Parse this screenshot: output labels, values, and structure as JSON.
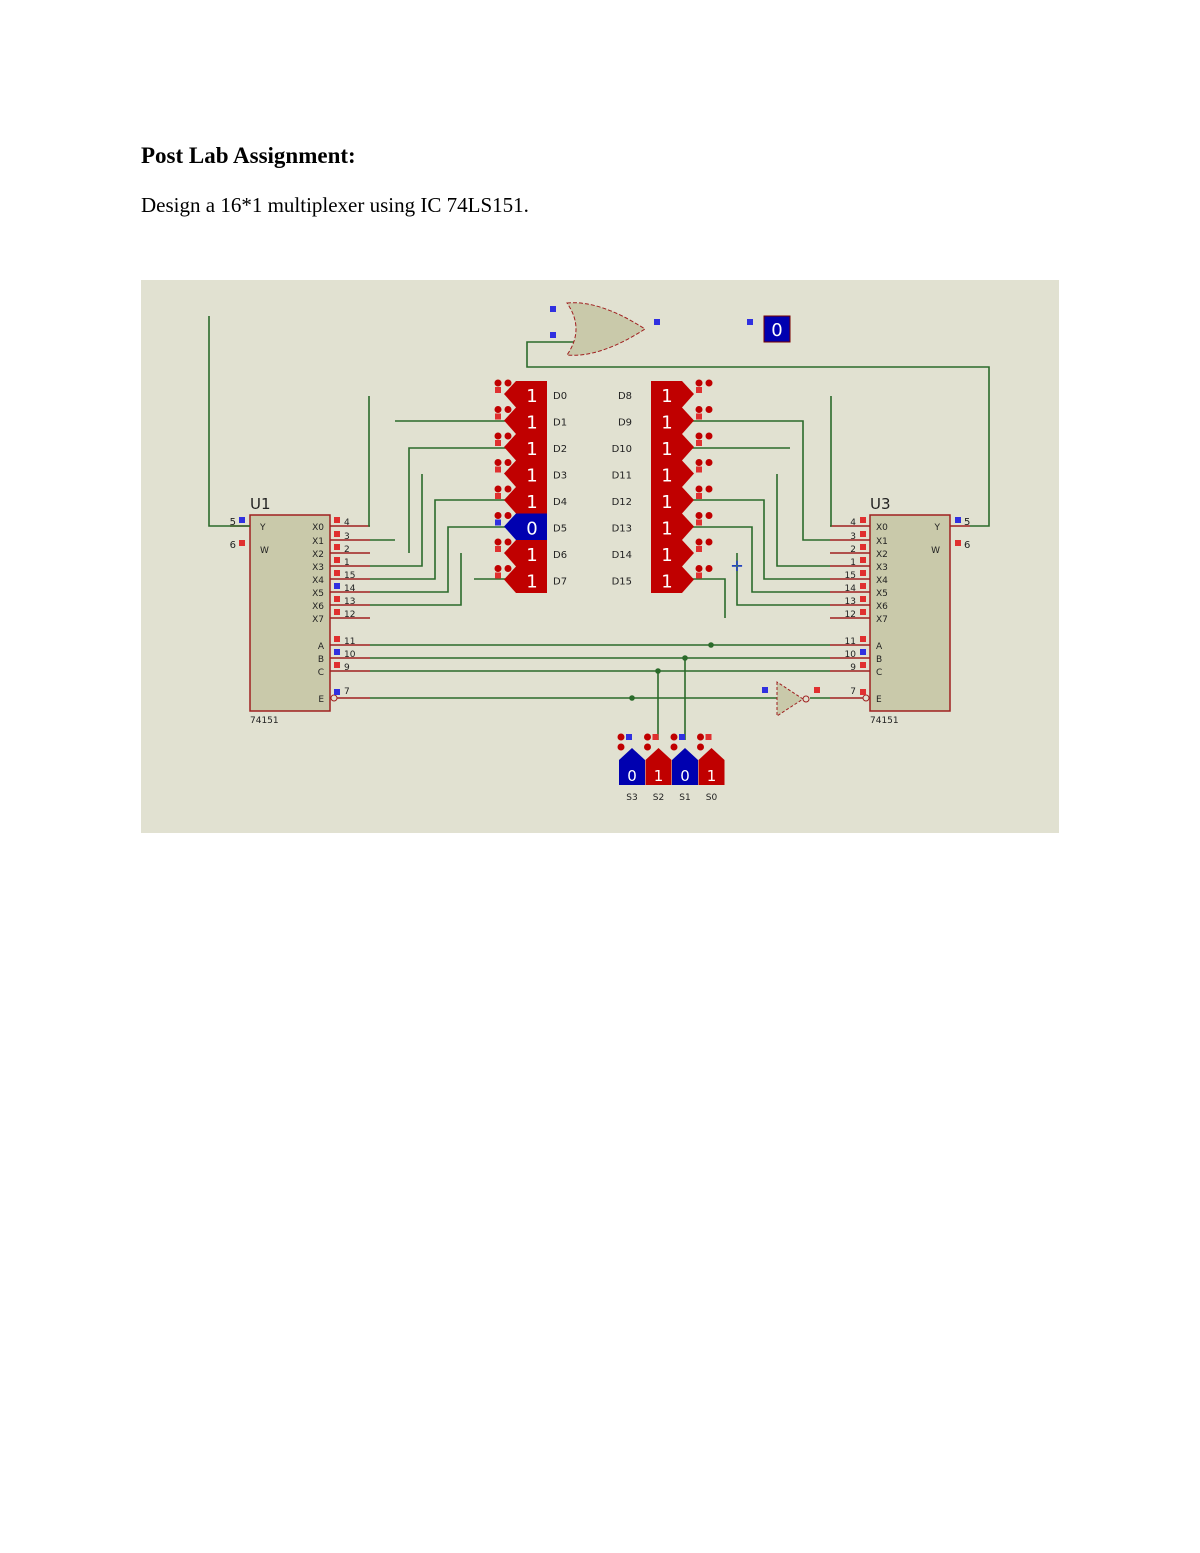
{
  "heading": "Post Lab Assignment:",
  "description": "Design a 16*1 multiplexer using IC 74LS151.",
  "schematic": {
    "colors": {
      "wire": "#2b6b2b",
      "pin": "#a02020",
      "chip": "#c9c9aa",
      "toggle_high": "#c00000",
      "toggle_low": "#0000b0",
      "background": "#e1e1d1"
    },
    "chips": [
      {
        "ref": "U1",
        "part": "74151",
        "out_pins": [
          {
            "num": "5",
            "name": "Y"
          },
          {
            "num": "6",
            "name": "W"
          }
        ]
      },
      {
        "ref": "U3",
        "part": "74151",
        "out_pins": [
          {
            "num": "5",
            "name": "Y"
          },
          {
            "num": "6",
            "name": "W"
          }
        ]
      }
    ],
    "data_pin_names": [
      "X0",
      "X1",
      "X2",
      "X3",
      "X4",
      "X5",
      "X6",
      "X7"
    ],
    "data_pin_nums": [
      "4",
      "3",
      "2",
      "1",
      "15",
      "14",
      "13",
      "12"
    ],
    "select_pin_names": [
      "A",
      "B",
      "C"
    ],
    "select_pin_nums": [
      "11",
      "10",
      "9"
    ],
    "enable_pin": {
      "name": "E",
      "num": "7"
    },
    "inputs_low": [
      {
        "label": "D0",
        "value": "1"
      },
      {
        "label": "D1",
        "value": "1"
      },
      {
        "label": "D2",
        "value": "1"
      },
      {
        "label": "D3",
        "value": "1"
      },
      {
        "label": "D4",
        "value": "1"
      },
      {
        "label": "D5",
        "value": "0"
      },
      {
        "label": "D6",
        "value": "1"
      },
      {
        "label": "D7",
        "value": "1"
      }
    ],
    "inputs_high": [
      {
        "label": "D8",
        "value": "1"
      },
      {
        "label": "D9",
        "value": "1"
      },
      {
        "label": "D10",
        "value": "1"
      },
      {
        "label": "D11",
        "value": "1"
      },
      {
        "label": "D12",
        "value": "1"
      },
      {
        "label": "D13",
        "value": "1"
      },
      {
        "label": "D14",
        "value": "1"
      },
      {
        "label": "D15",
        "value": "1"
      }
    ],
    "selects": [
      {
        "label": "S3",
        "value": "0"
      },
      {
        "label": "S2",
        "value": "1"
      },
      {
        "label": "S1",
        "value": "0"
      },
      {
        "label": "S0",
        "value": "1"
      }
    ],
    "output_probe": "0"
  }
}
